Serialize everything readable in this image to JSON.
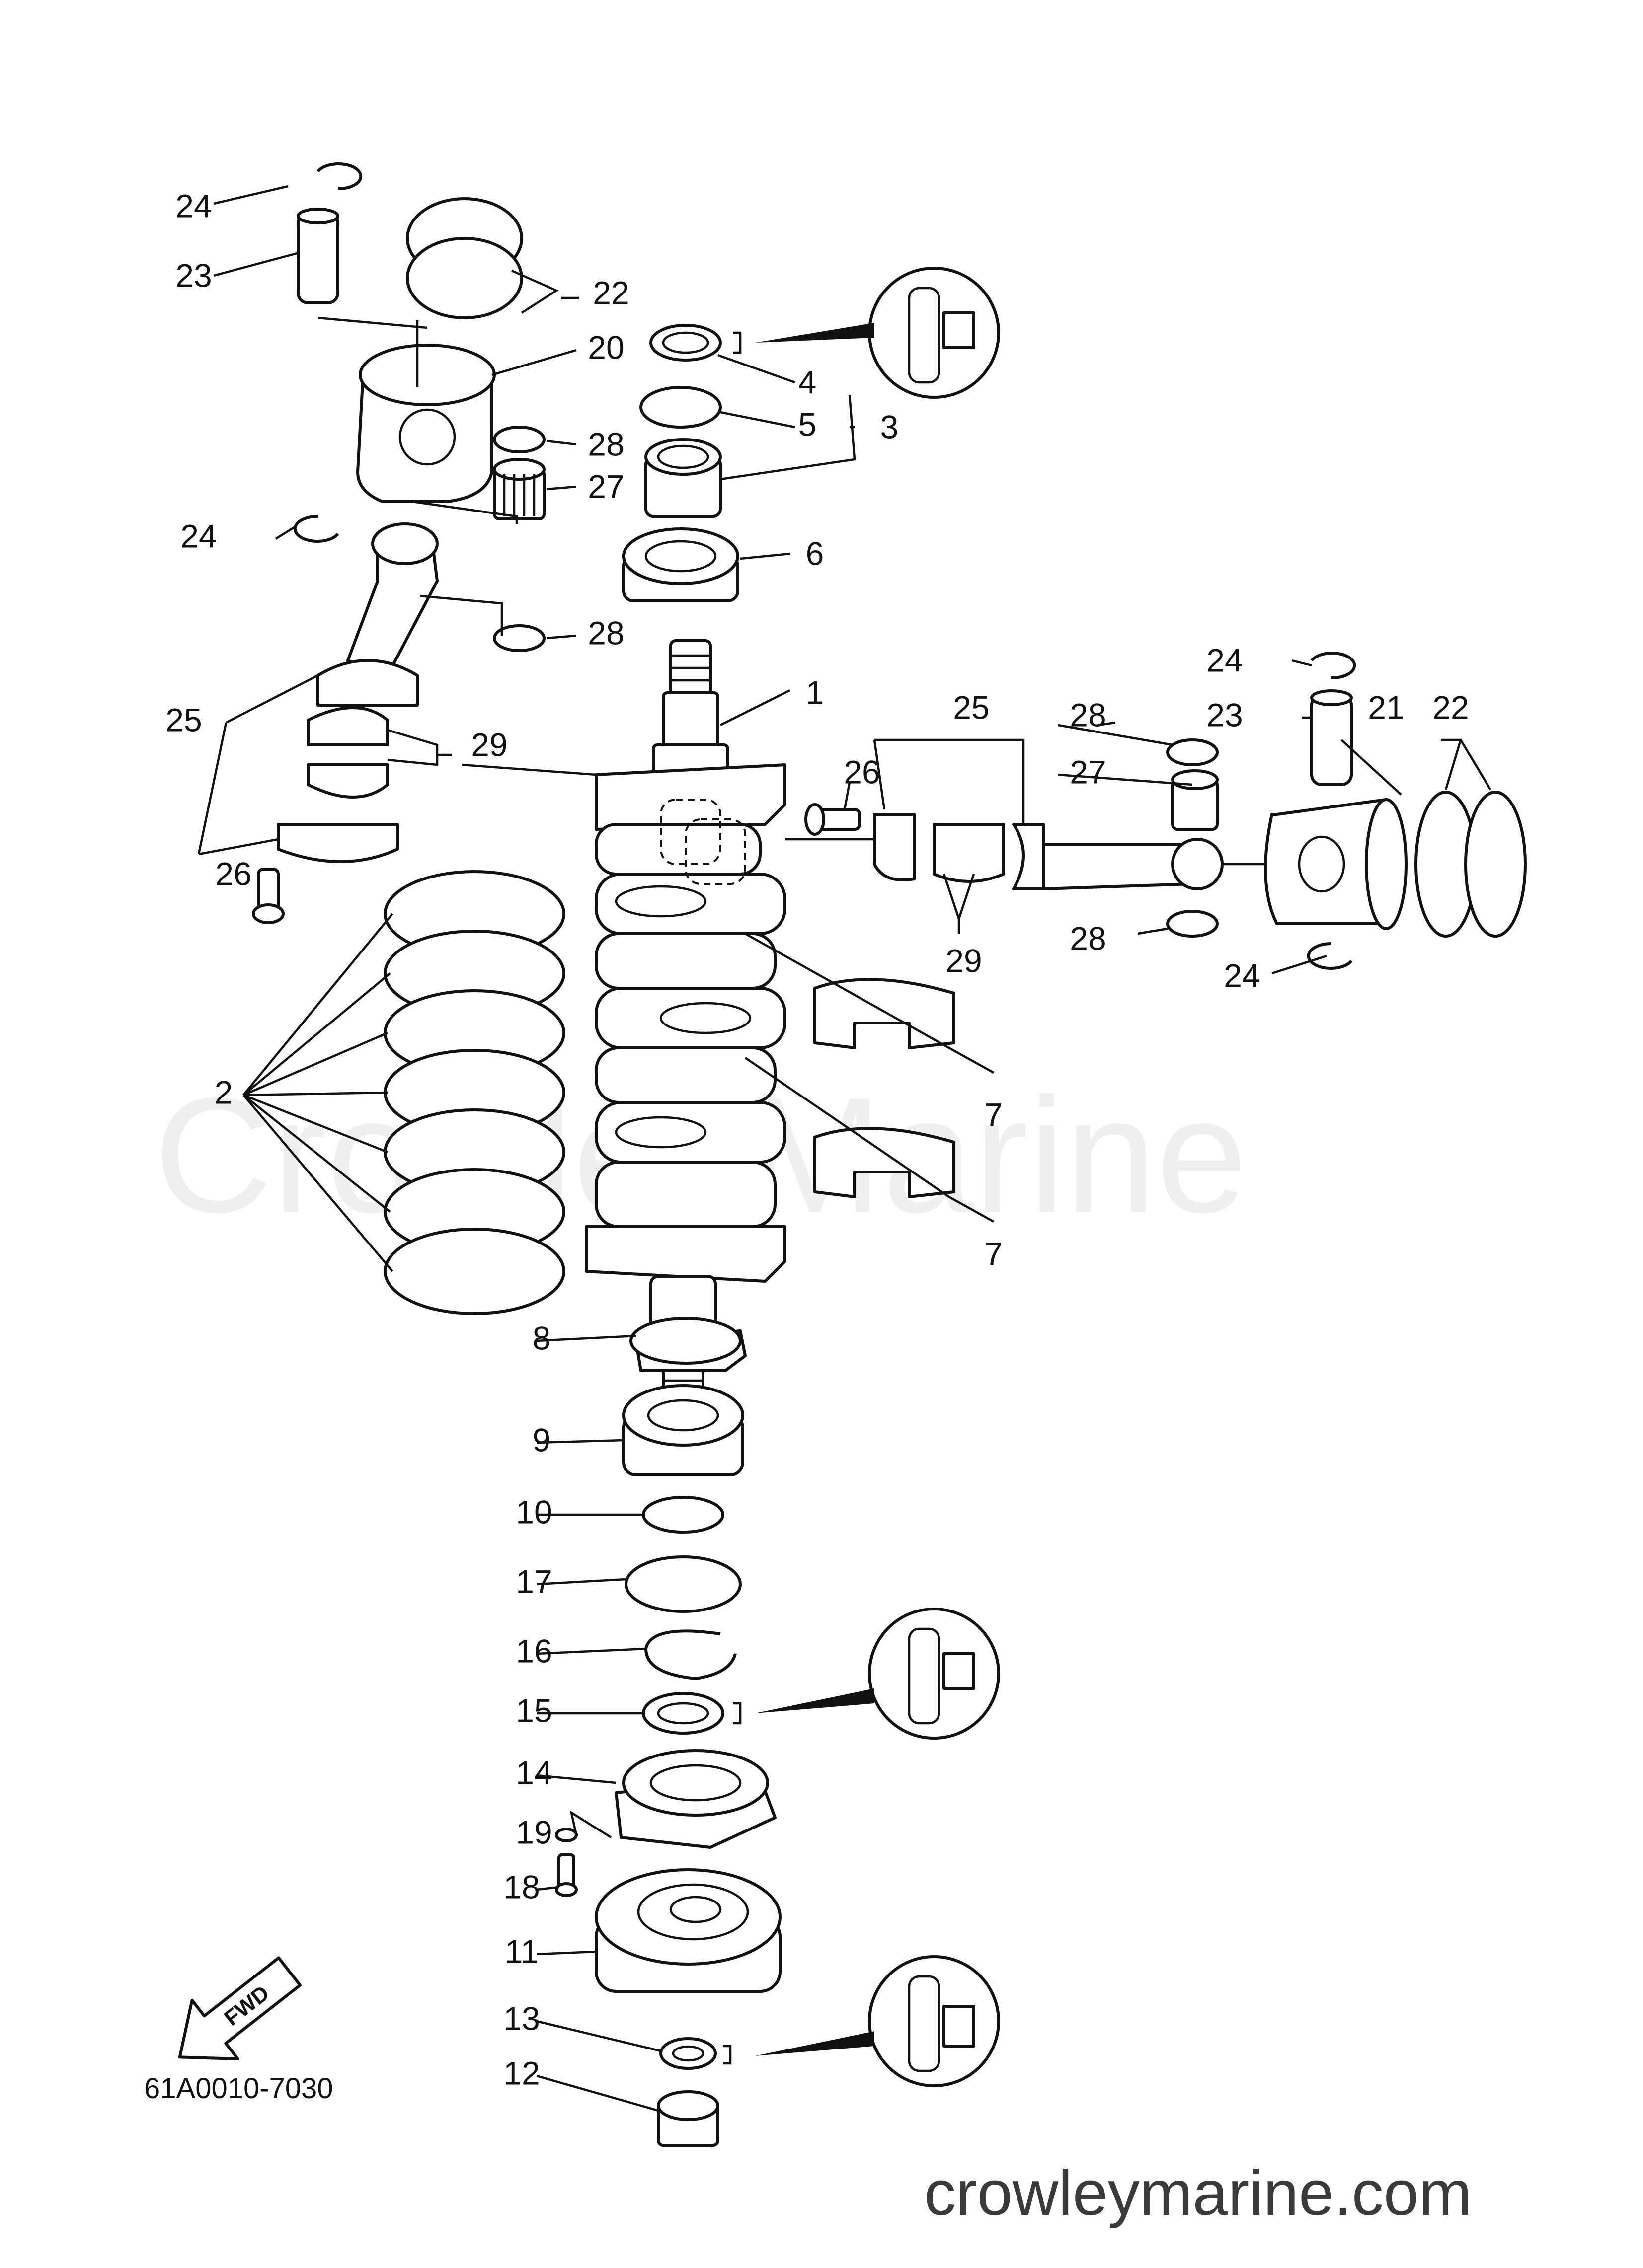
{
  "watermark": "CrowleyMarine",
  "footer_site": "crowleymarine.com",
  "drawing_code": "61A0010-7030",
  "fwd_label": "FWD",
  "callouts": {
    "c1": "1",
    "c2": "2",
    "c3": "3",
    "c4": "4",
    "c5": "5",
    "c6": "6",
    "c7a": "7",
    "c7b": "7",
    "c8": "8",
    "c9": "9",
    "c10": "10",
    "c11": "11",
    "c12": "12",
    "c13": "13",
    "c14": "14",
    "c15": "15",
    "c16": "16",
    "c17": "17",
    "c18": "18",
    "c19": "19",
    "c20": "20",
    "c21": "21",
    "c22a": "22",
    "c22b": "22",
    "c23a": "23",
    "c23b": "23",
    "c24a": "24",
    "c24b": "24",
    "c24c": "24",
    "c24d": "24",
    "c25a": "25",
    "c25b": "25",
    "c26a": "26",
    "c26b": "26",
    "c27a": "27",
    "c27b": "27",
    "c28a": "28",
    "c28b": "28",
    "c28c": "28",
    "c28d": "28",
    "c29a": "29",
    "c29b": "29"
  },
  "icons": [
    "seal-install-icon",
    "forward-arrow-icon"
  ]
}
